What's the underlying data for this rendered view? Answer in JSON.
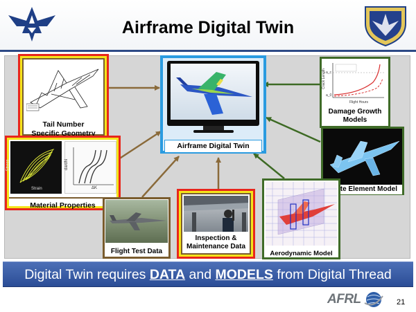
{
  "slide": {
    "title": "Airframe Digital Twin",
    "page_number": "21",
    "footer_logo": "AFRL",
    "banner": {
      "part1": "Digital Twin requires ",
      "data_word": "DATA",
      "part2": " and ",
      "models_word": "MODELS",
      "part3": " from Digital Thread"
    }
  },
  "nodes": {
    "center": "Airframe Digital Twin",
    "tail": "Tail Number Specific Geometry",
    "material": "Material Properties",
    "flight": "Flight Test Data",
    "inspection": "Inspection & Maintenance Data",
    "aero": "Aerodynamic Model",
    "fem": "Finite Element Model",
    "damage": "Damage Growth Models"
  },
  "plot_labels": {
    "stress": "Stress",
    "strain": "Strain",
    "dadn": "da/dN",
    "delta_k": "ΔK",
    "crack_length": "Crack Length",
    "flight_hours": "Flight Hours",
    "a_c": "a_c",
    "a_0": "a_0"
  },
  "colors": {
    "data_border": "#e8261c",
    "data_inner": "#f4e41a",
    "center_border": "#2a9be0",
    "model_border": "#3f6b28",
    "flight_border": "#7a5c2e",
    "arrow": "#8a6a3a",
    "model_arrow": "#3d6a24",
    "banner": "#3558a5"
  }
}
